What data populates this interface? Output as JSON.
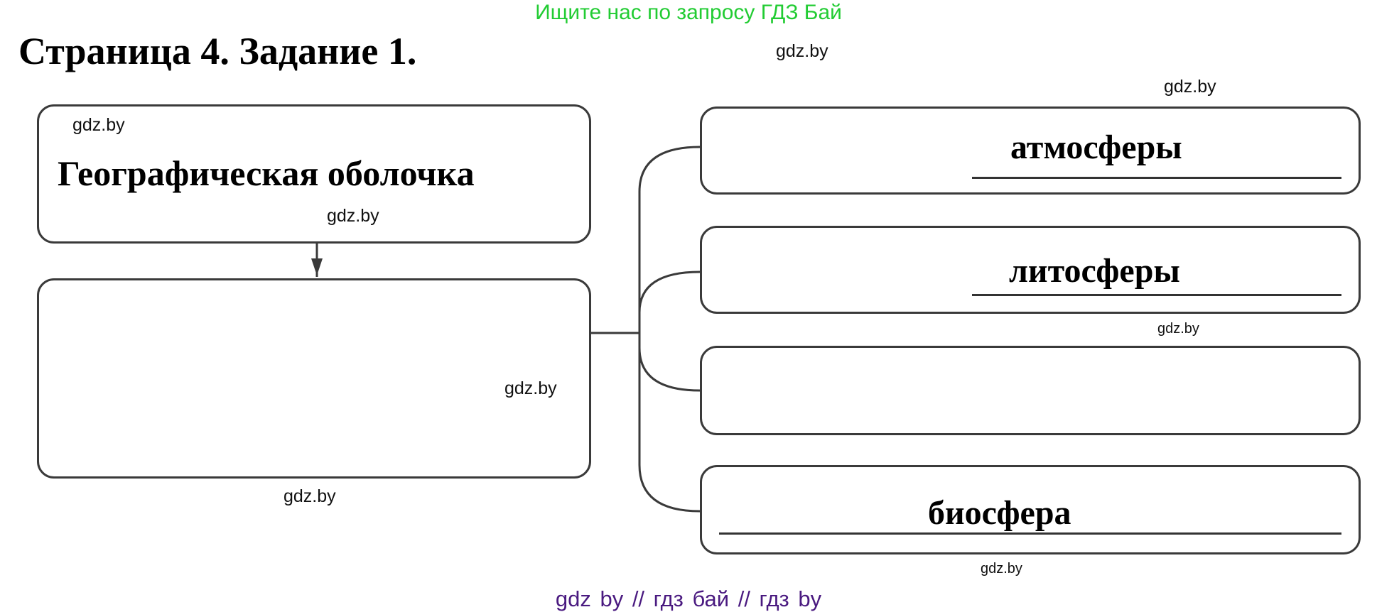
{
  "top_banner": "Ищите нас по запросу ГДЗ Бай",
  "page_title": "Страница 4. Задание 1.",
  "diagram": {
    "root": {
      "label": "Географическая оболочка"
    },
    "middle": {
      "label": ""
    },
    "branches": [
      {
        "label": "атмосферы"
      },
      {
        "label": "литосферы"
      },
      {
        "label": ""
      },
      {
        "label": "биосфера"
      }
    ]
  },
  "watermarks": {
    "w1": "gdz.by",
    "w2": "gdz.by",
    "w3": "gdz.by",
    "w4": "gdz.by",
    "w5": "gdz.by",
    "w6": "gdz.by",
    "w7": "gdz.by",
    "w8": "gdz.by"
  },
  "footer": "gdz by  //  гдз бай  //  гдз by",
  "colors": {
    "banner": "#22cc33",
    "footer": "#4a1a80",
    "stroke": "#3a3a3a"
  }
}
